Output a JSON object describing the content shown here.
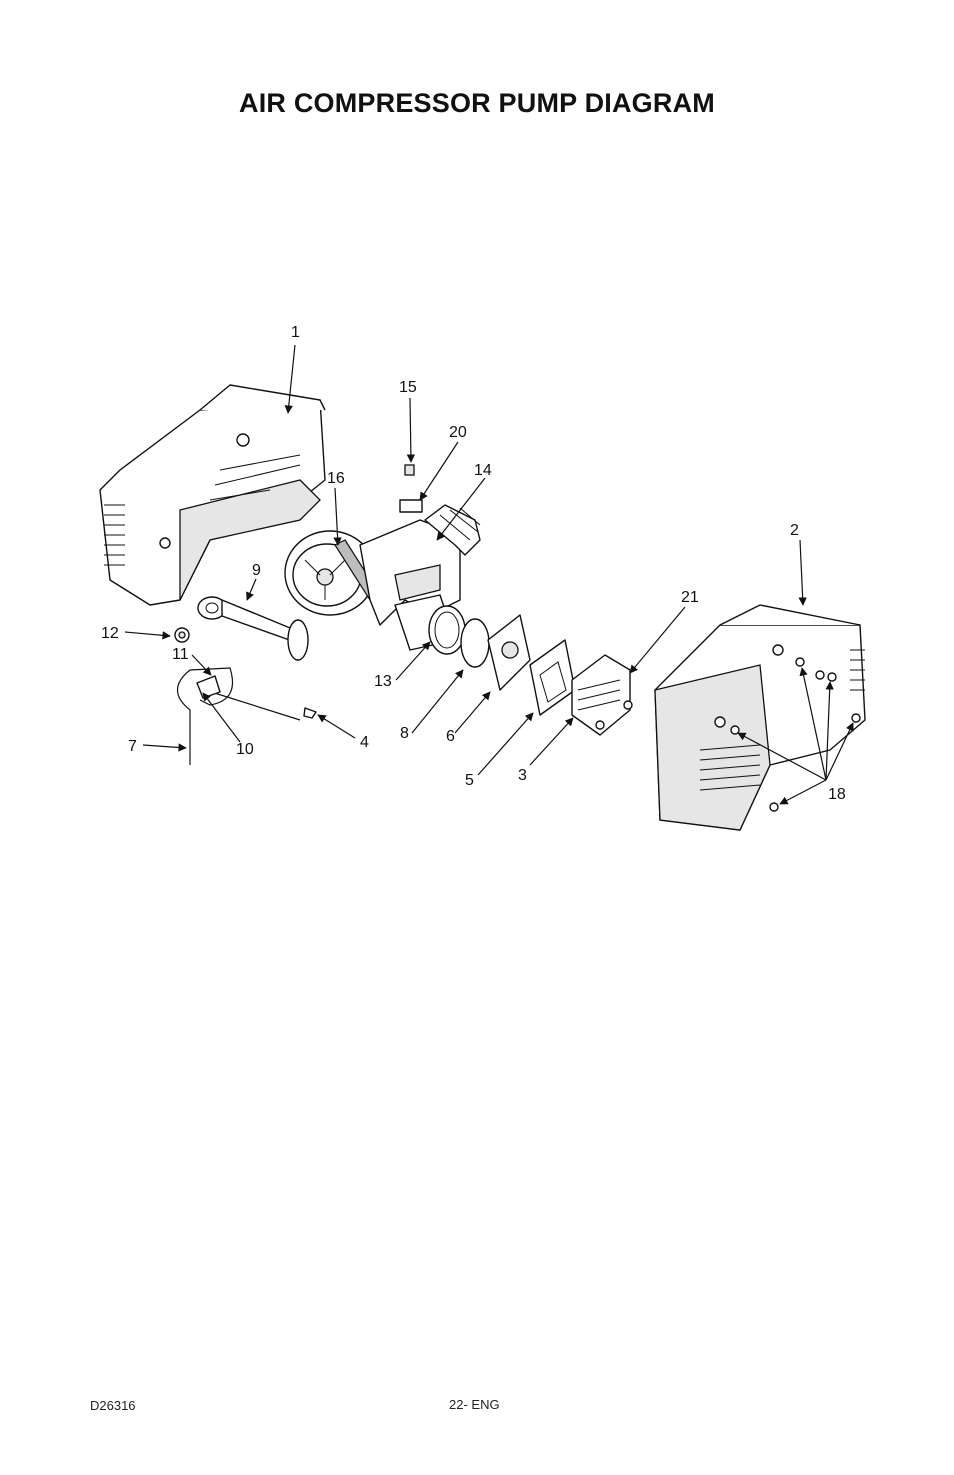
{
  "page": {
    "title": "AIR COMPRESSOR PUMP DIAGRAM",
    "doc_code": "D26316",
    "page_number": "22- ENG"
  },
  "callouts": {
    "c1": "1",
    "c2": "2",
    "c3": "3",
    "c4": "4",
    "c5": "5",
    "c6": "6",
    "c7": "7",
    "c8": "8",
    "c9": "9",
    "c10": "10",
    "c11": "11",
    "c12": "12",
    "c13": "13",
    "c14": "14",
    "c15": "15",
    "c16": "16",
    "c18": "18",
    "c20": "20",
    "c21": "21"
  }
}
